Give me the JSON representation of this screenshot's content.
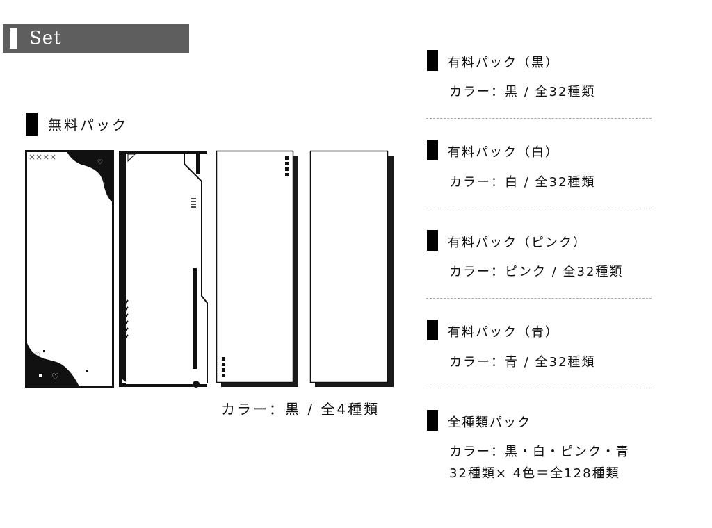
{
  "header": {
    "title": "Set"
  },
  "free_pack": {
    "title": "無料パック",
    "caption": "カラー：黒 / 全4種類"
  },
  "paid_packs": [
    {
      "title": "有料パック（黒）",
      "line1": "カラー：黒 / 全32種類"
    },
    {
      "title": "有料パック（白）",
      "line1": "カラー：白 / 全32種類"
    },
    {
      "title": "有料パック（ピンク）",
      "line1": "カラー：ピンク / 全32種類"
    },
    {
      "title": "有料パック（青）",
      "line1": "カラー：青 / 全32種類"
    },
    {
      "title": "全種類パック",
      "line1": "カラー：黒・白・ピンク・青",
      "line2": "32種類× 4色＝全128種類"
    }
  ],
  "colors": {
    "header_bg": "#5e5e5e",
    "mark": "#000000",
    "divider": "#aaaaaa"
  }
}
